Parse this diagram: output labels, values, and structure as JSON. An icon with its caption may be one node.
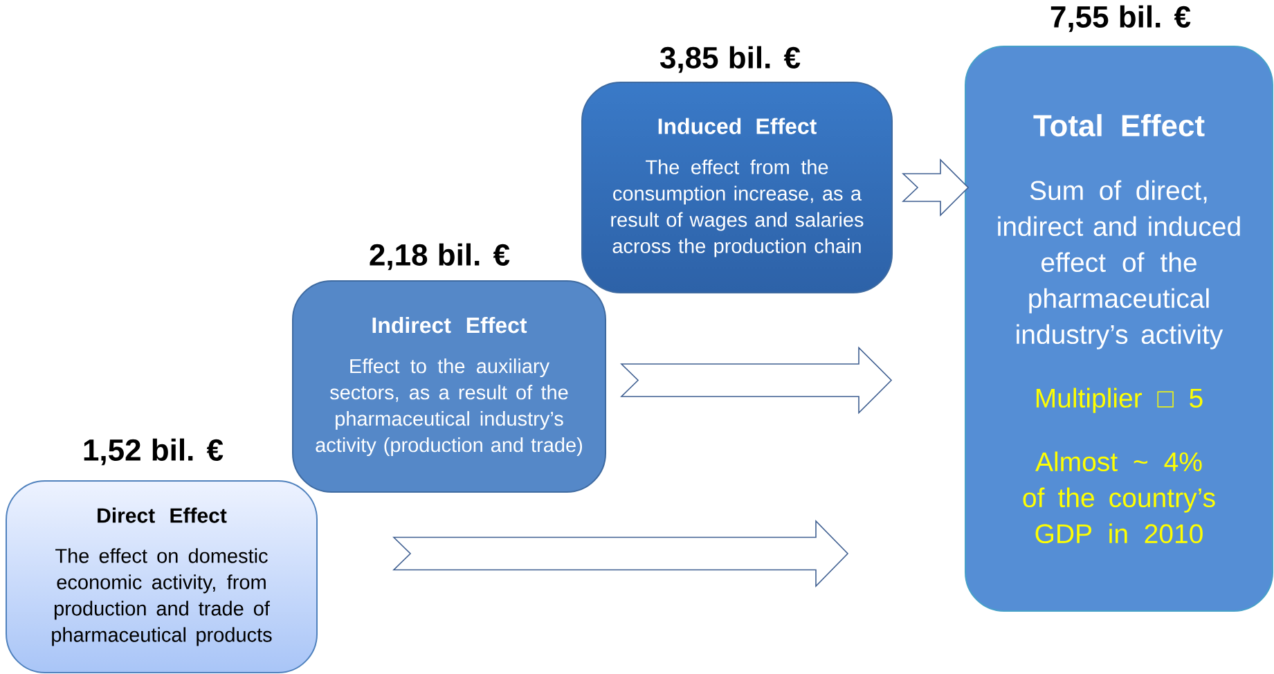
{
  "diagram": {
    "nodes": [
      {
        "text": [
          "Direct Effect",
          "The effect on domestic economic activity, from production and trade of pharmaceutical products"
        ],
        "beside": [
          "1,52 bil. €"
        ]
      },
      {
        "text": [
          "Indirect Effect",
          "Effect to the auxiliary sectors, as a result of the pharmaceutical industry’s activity (production and trade)"
        ],
        "beside": [
          "2,18 bil. €"
        ]
      },
      {
        "text": [
          "Induced Effect",
          "The effect from the consumption increase, as a result of wages and salaries across the production chain"
        ],
        "beside": [
          "3,85 bil. €"
        ]
      },
      {
        "text": [
          "Total Effect",
          "Sum of direct, indirect and induced effect of the pharmaceutical industry’s activity",
          "Multiplier □ 5",
          "Almost ~ 4% of the country’s GDP in 2010"
        ],
        "beside": [
          "7,55 bil. €"
        ]
      }
    ],
    "edges": [
      {
        "from": 0,
        "to": 3,
        "arrow": "to"
      },
      {
        "from": 1,
        "to": 3,
        "arrow": "to"
      },
      {
        "from": 2,
        "to": 3,
        "arrow": "to"
      }
    ]
  }
}
